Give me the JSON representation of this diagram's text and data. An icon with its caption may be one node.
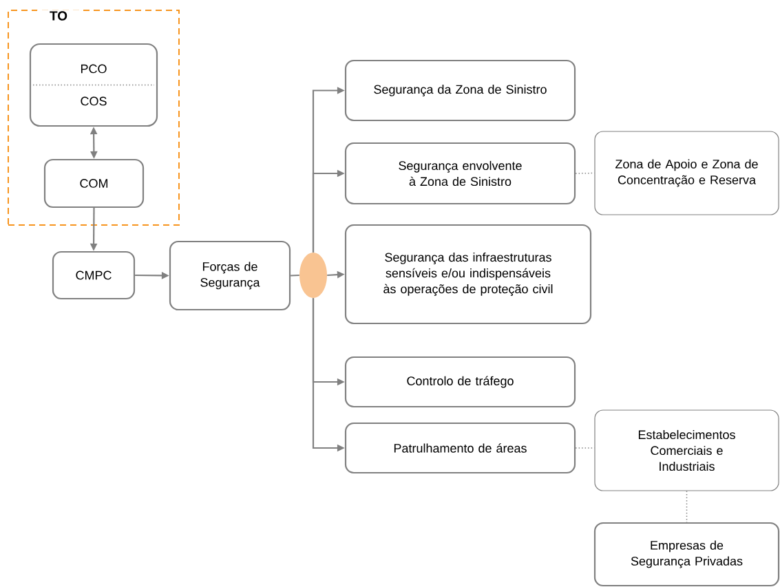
{
  "diagram": {
    "nodes": [
      {
        "text": [
          "TO"
        ]
      },
      {
        "text": [
          "PCO",
          "COS"
        ],
        "in": 0
      },
      {
        "text": [
          "COM"
        ],
        "in": 0
      },
      {
        "text": [
          "CMPC"
        ]
      },
      {
        "text": [
          "Forças de Segurança"
        ]
      },
      {
        "text": [],
        "shape": "circle"
      },
      {
        "text": [
          "Segurança da Zona de Sinistro"
        ]
      },
      {
        "text": [
          "Segurança envolvente à Zona de Sinistro"
        ]
      },
      {
        "text": [
          "Zona de Apoio e Zona de Concentração e Reserva"
        ]
      },
      {
        "text": [
          "Segurança das infraestruturas sensíveis e/ou indispensáveis às operações de proteção civil"
        ]
      },
      {
        "text": [
          "Controlo de tráfego"
        ]
      },
      {
        "text": [
          "Patrulhamento de áreas"
        ]
      },
      {
        "text": [
          "Estabelecimentos Comerciais e Industriais"
        ]
      },
      {
        "text": [
          "Empresas de Segurança Privadas"
        ]
      }
    ],
    "edges": [
      {
        "from": 1,
        "to": 2,
        "arrow": "both"
      },
      {
        "from": 2,
        "to": 3,
        "arrow": "to"
      },
      {
        "from": 3,
        "to": 4,
        "arrow": "to"
      },
      {
        "from": 4,
        "to": 5,
        "arrow": "none"
      },
      {
        "from": 5,
        "to": 6,
        "arrow": "to"
      },
      {
        "from": 5,
        "to": 7,
        "arrow": "to"
      },
      {
        "from": 5,
        "to": 9,
        "arrow": "to"
      },
      {
        "from": 5,
        "to": 10,
        "arrow": "to"
      },
      {
        "from": 5,
        "to": 11,
        "arrow": "to"
      },
      {
        "from": 7,
        "to": 8,
        "arrow": "none",
        "style": "dashed"
      },
      {
        "from": 11,
        "to": 12,
        "arrow": "none",
        "style": "dashed"
      },
      {
        "from": 12,
        "to": 13,
        "arrow": "none",
        "style": "dashed"
      }
    ]
  }
}
